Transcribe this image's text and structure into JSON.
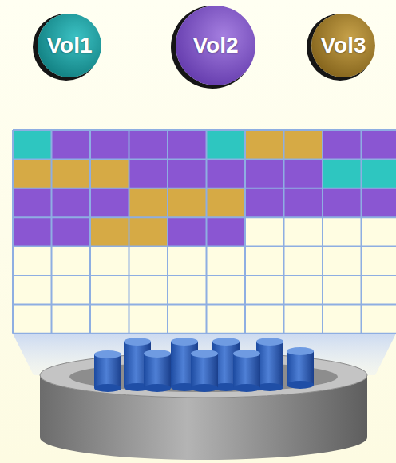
{
  "diagram": {
    "nodes": [
      {
        "text": [
          "Vol1"
        ]
      },
      {
        "text": [
          "Vol2"
        ]
      },
      {
        "text": [
          "Vol3"
        ]
      }
    ]
  }
}
